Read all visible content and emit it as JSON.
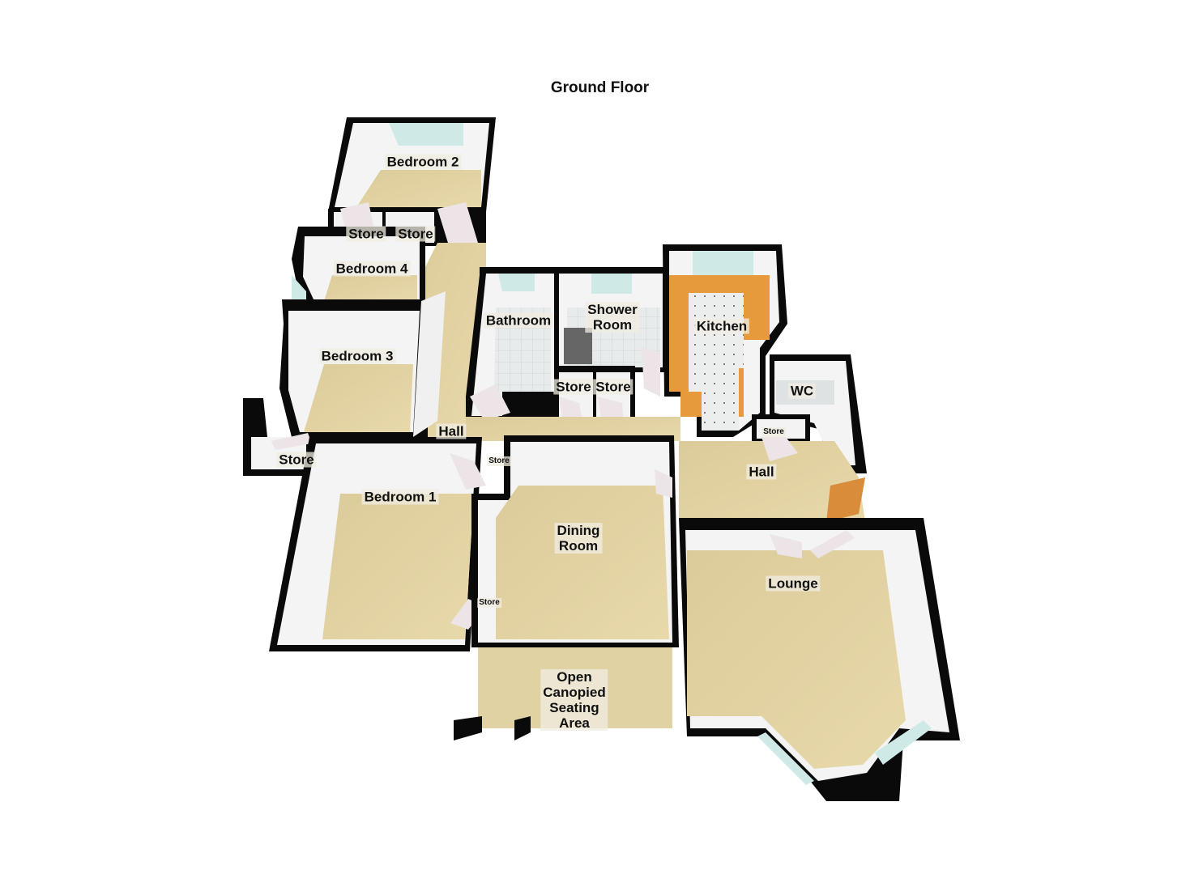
{
  "title": "Ground Floor",
  "colors": {
    "floor_carpet": "#e2d3a6",
    "wall_outer": "#0a0a0a",
    "wall_inner": "#f4f4f4",
    "tile_floor": "#e9ecec",
    "kitchen_worktop": "#e79a3c",
    "window_glass": "#cfe9e6",
    "door": "#ece4e6",
    "label_bg": "#ede8dc"
  },
  "rooms": [
    {
      "id": "bedroom-2",
      "label": "Bedroom 2"
    },
    {
      "id": "store-a",
      "label": "Store"
    },
    {
      "id": "store-b",
      "label": "Store"
    },
    {
      "id": "bedroom-4",
      "label": "Bedroom 4"
    },
    {
      "id": "bedroom-3",
      "label": "Bedroom 3"
    },
    {
      "id": "store-c",
      "label": "Store"
    },
    {
      "id": "bathroom",
      "label": "Bathroom"
    },
    {
      "id": "shower-room",
      "label": "Shower\nRoom"
    },
    {
      "id": "store-d",
      "label": "Store"
    },
    {
      "id": "store-e",
      "label": "Store"
    },
    {
      "id": "kitchen",
      "label": "Kitchen"
    },
    {
      "id": "wc",
      "label": "WC"
    },
    {
      "id": "store-f",
      "label": "Store"
    },
    {
      "id": "hall-west",
      "label": "Hall"
    },
    {
      "id": "store-g",
      "label": "Store"
    },
    {
      "id": "bedroom-1",
      "label": "Bedroom 1"
    },
    {
      "id": "dining-room",
      "label": "Dining\nRoom"
    },
    {
      "id": "store-h",
      "label": "Store"
    },
    {
      "id": "hall-east",
      "label": "Hall"
    },
    {
      "id": "lounge",
      "label": "Lounge"
    },
    {
      "id": "seating-area",
      "label": "Open\nCanopied\nSeating\nArea"
    }
  ]
}
